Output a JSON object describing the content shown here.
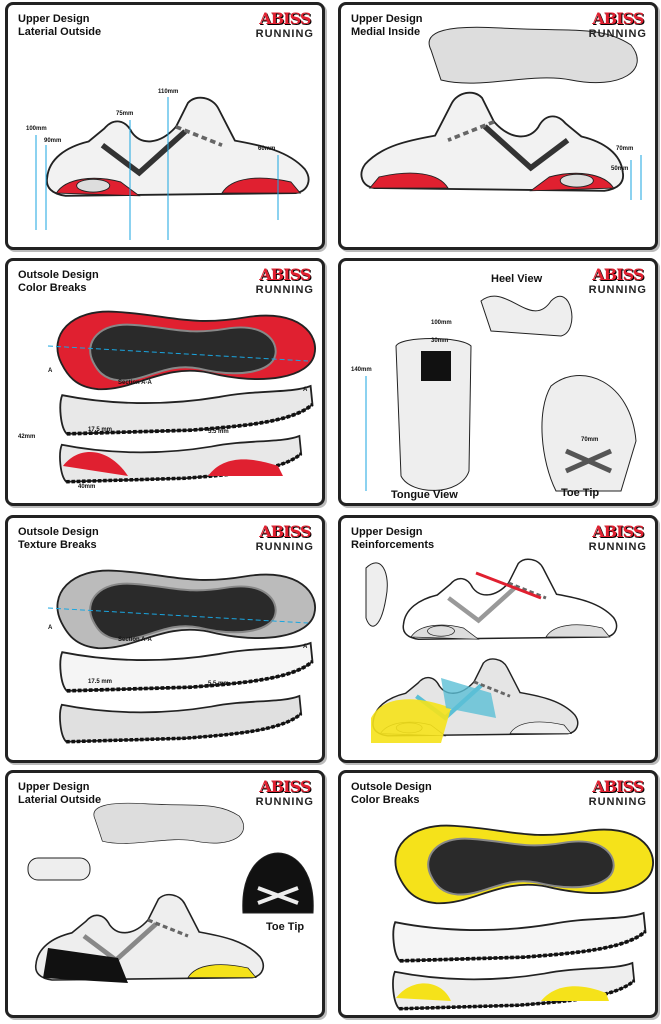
{
  "brand": {
    "name": "ABISS",
    "tagline": "RUNNING"
  },
  "colors": {
    "accent_red": "#e02030",
    "accent_yellow": "#f5e21a",
    "dimension_line": "#1aa6e0",
    "reinforcement_blue": "#5bbfd6"
  },
  "panels": [
    {
      "title": "Upper Design\nLaterial Outside",
      "dims": [
        "100mm",
        "90mm",
        "75mm",
        "110mm",
        "60mm"
      ]
    },
    {
      "title": "Upper Design\nMedial Inside",
      "dims": [
        "70mm",
        "50mm"
      ]
    },
    {
      "title": "Outsole Design\nColor Breaks",
      "section": "Section A-A",
      "marker": "A",
      "dims": [
        "17.5 mm",
        "5.5 mm",
        "42mm",
        "40mm"
      ]
    },
    {
      "views": [
        "Heel View",
        "Tongue View",
        "Toe Tip"
      ],
      "dims": [
        "100mm",
        "30mm",
        "140mm",
        "70mm"
      ]
    },
    {
      "title": "Outsole Design\nTexture Breaks",
      "section": "Section A-A",
      "marker": "A",
      "dims": [
        "17.5 mm",
        "5.5 mm"
      ]
    },
    {
      "title": "Upper Design\nReinforcements"
    },
    {
      "title": "Upper Design\nLaterial Outside",
      "views": [
        "Toe Tip"
      ]
    },
    {
      "title": "Outsole Design\nColor Breaks"
    }
  ]
}
